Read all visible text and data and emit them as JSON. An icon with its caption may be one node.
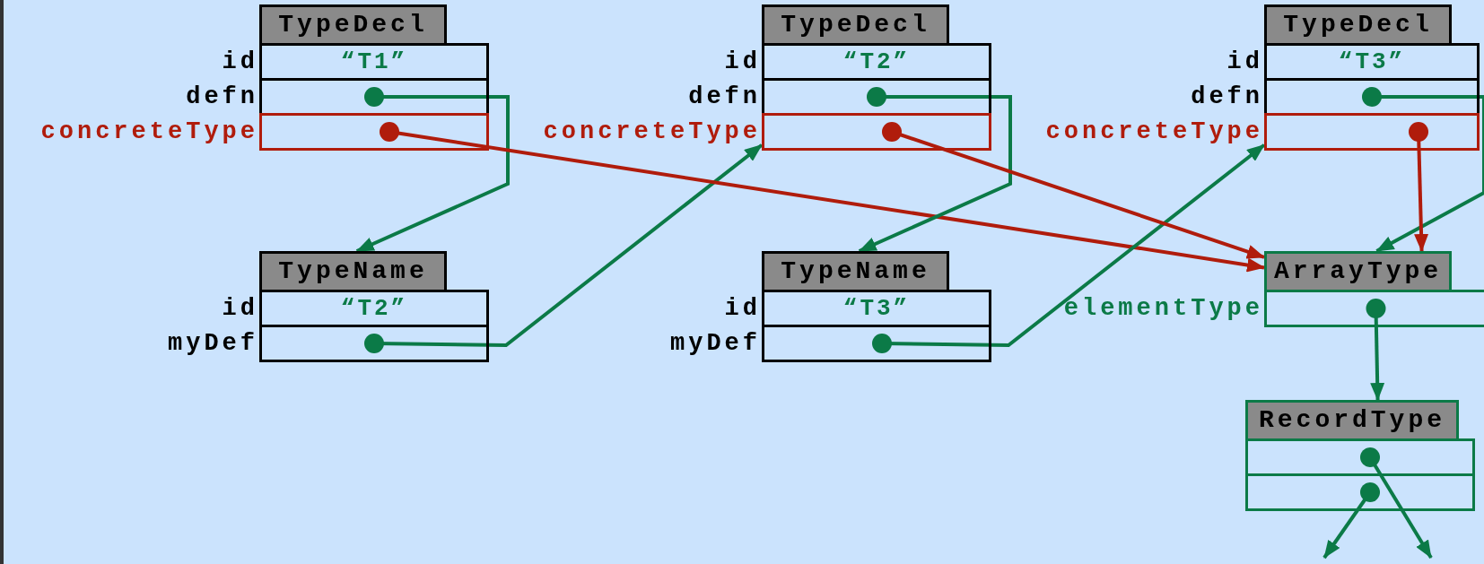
{
  "diagram": {
    "nodes": [
      {
        "text": [
          "TypeDecl"
        ]
      },
      {
        "text": [
          "“T1”"
        ],
        "beside": [
          "id"
        ]
      },
      {
        "text": [],
        "shape": "box",
        "beside": [
          "defn"
        ]
      },
      {
        "text": [],
        "shape": "box",
        "beside": [
          "concreteType"
        ]
      },
      {
        "text": [
          "TypeDecl"
        ]
      },
      {
        "text": [
          "“T2”"
        ],
        "beside": [
          "id"
        ]
      },
      {
        "text": [],
        "shape": "box",
        "beside": [
          "defn"
        ]
      },
      {
        "text": [],
        "shape": "box",
        "beside": [
          "concreteType"
        ]
      },
      {
        "text": [
          "TypeDecl"
        ]
      },
      {
        "text": [
          "“T3”"
        ],
        "beside": [
          "id"
        ]
      },
      {
        "text": [],
        "shape": "box",
        "beside": [
          "defn"
        ]
      },
      {
        "text": [],
        "shape": "box",
        "beside": [
          "concreteType"
        ]
      },
      {
        "text": [
          "TypeName"
        ]
      },
      {
        "text": [
          "“T2”"
        ],
        "beside": [
          "id"
        ]
      },
      {
        "text": [],
        "shape": "box",
        "beside": [
          "myDef"
        ]
      },
      {
        "text": [
          "TypeName"
        ]
      },
      {
        "text": [
          "“T3”"
        ],
        "beside": [
          "id"
        ]
      },
      {
        "text": [],
        "shape": "box",
        "beside": [
          "myDef"
        ]
      },
      {
        "text": [
          "ArrayType"
        ]
      },
      {
        "text": [],
        "shape": "box",
        "beside": [
          "elementType"
        ]
      },
      {
        "text": [
          "RecordType"
        ]
      },
      {
        "text": [],
        "shape": "box"
      },
      {
        "text": [],
        "shape": "box"
      }
    ],
    "edges": [
      {
        "from": 2,
        "to": 12,
        "arrow": "to"
      },
      {
        "from": 14,
        "to": 7,
        "arrow": "to"
      },
      {
        "from": 3,
        "to": 18,
        "arrow": "to",
        "color": "#b01c0c"
      },
      {
        "from": 17,
        "to": 11,
        "arrow": "to"
      },
      {
        "from": 6,
        "to": 15,
        "arrow": "to"
      },
      {
        "from": 7,
        "to": 18,
        "arrow": "to",
        "color": "#b01c0c"
      },
      {
        "from": 10,
        "to": 18,
        "arrow": "to"
      },
      {
        "from": 11,
        "to": 18,
        "arrow": "to",
        "color": "#b01c0c"
      },
      {
        "from": 19,
        "to": 20,
        "arrow": "to"
      },
      {
        "from": 22,
        "to": null,
        "arrow": "to"
      },
      {
        "from": 21,
        "to": null,
        "arrow": "to"
      }
    ]
  }
}
